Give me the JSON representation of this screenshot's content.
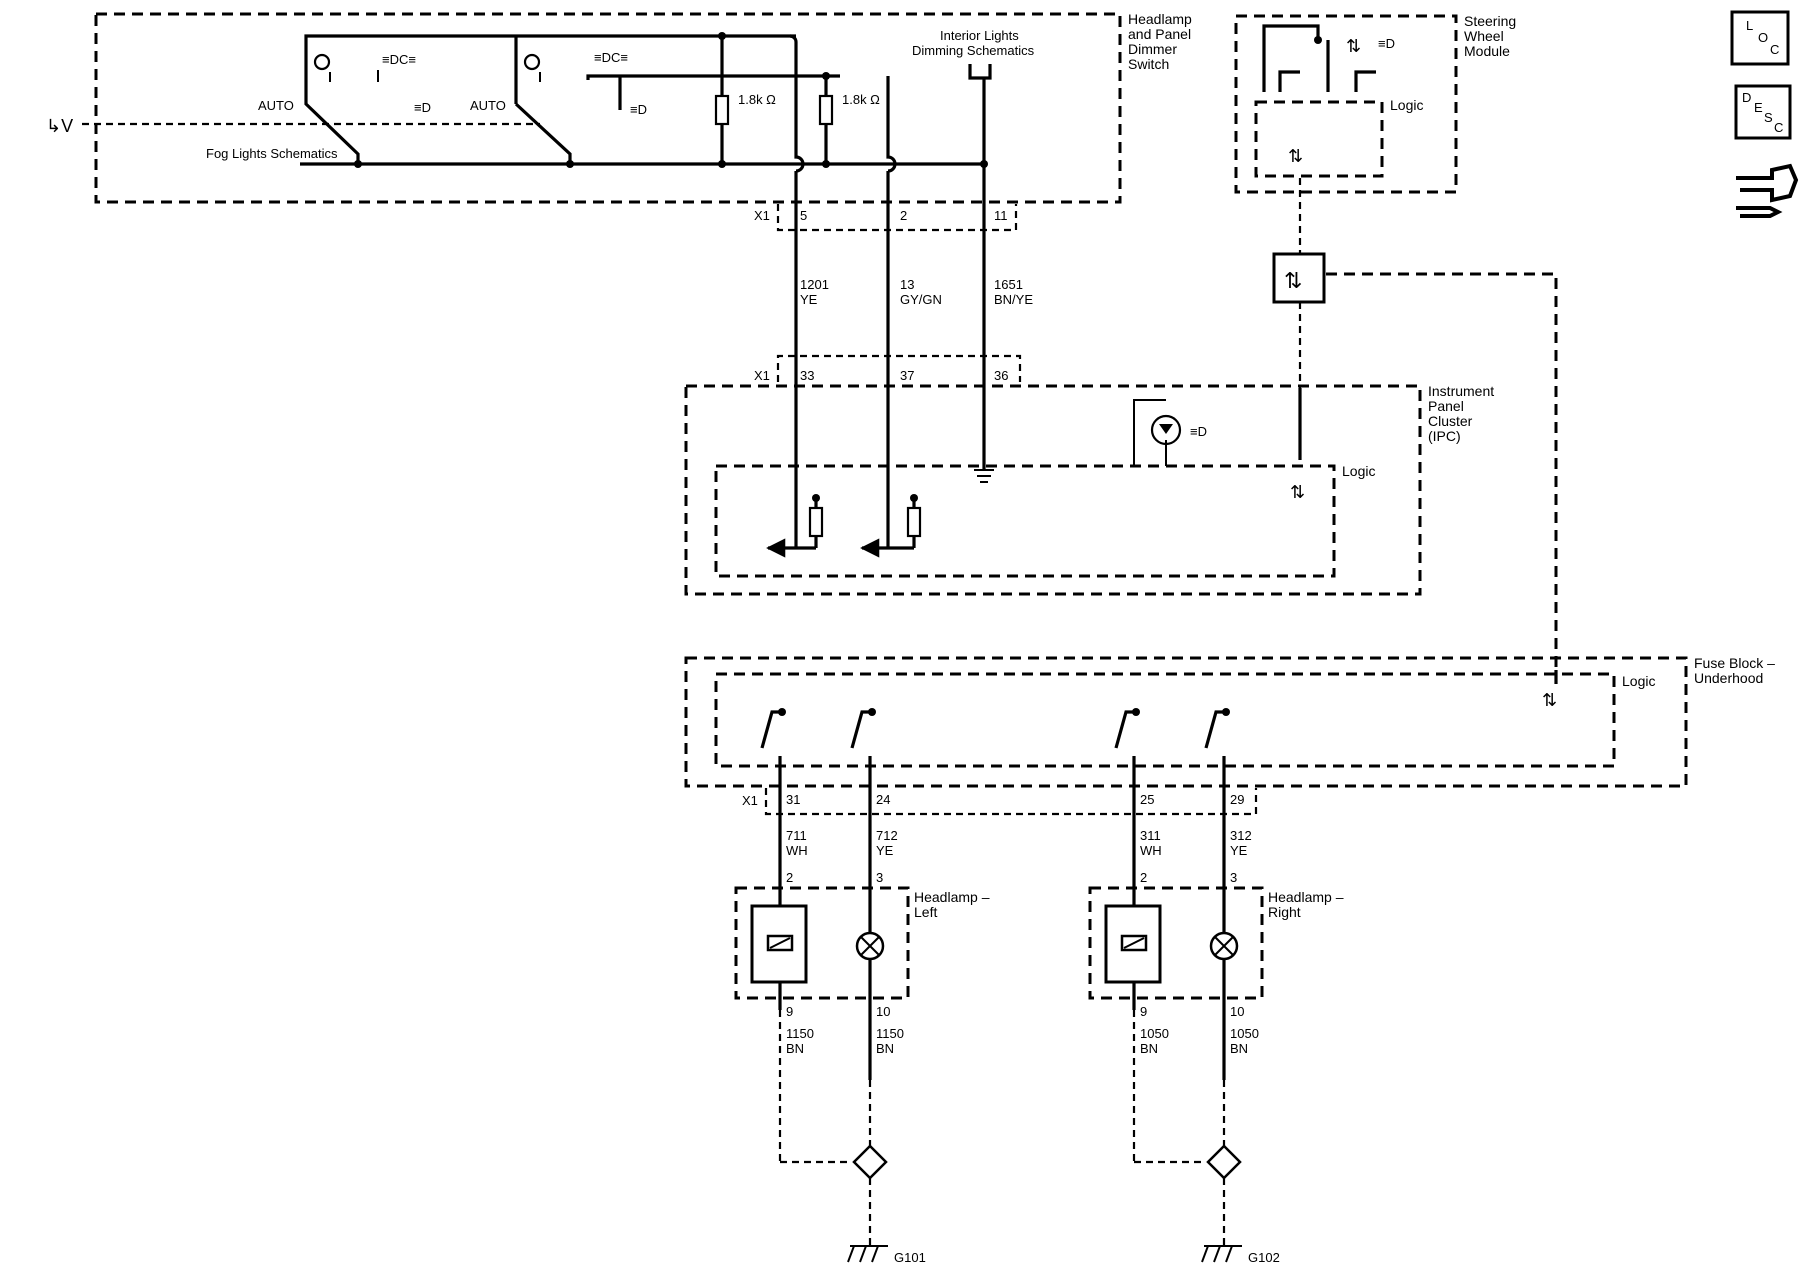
{
  "components": {
    "headlamp_switch": "Headlamp and Panel Dimmer Switch",
    "steering_wheel_module": "Steering Wheel Module",
    "ipc": "Instrument Panel Cluster (IPC)",
    "fuse_block": "Fuse Block – Underhood",
    "headlamp_left": "Headlamp – Left",
    "headlamp_right": "Headlamp – Right"
  },
  "references": {
    "interior_lights": "Interior Lights Dimming Schematics",
    "fog_lights": "Fog Lights Schematics"
  },
  "labels": {
    "auto": "AUTO",
    "logic": "Logic",
    "resistor_value": "1.8k Ω",
    "connector_x1": "X1"
  },
  "connectors": {
    "switch_pins": [
      "5",
      "2",
      "11"
    ],
    "ipc_pins": [
      "33",
      "37",
      "36"
    ],
    "fuse_pins": [
      "31",
      "24",
      "25",
      "29"
    ],
    "left_top_pins": [
      "2",
      "3"
    ],
    "left_bottom_pins": [
      "9",
      "10"
    ],
    "right_top_pins": [
      "2",
      "3"
    ],
    "right_bottom_pins": [
      "9",
      "10"
    ]
  },
  "wires": {
    "w1201": [
      "1201",
      "YE"
    ],
    "w13": [
      "13",
      "GY/GN"
    ],
    "w1651": [
      "1651",
      "BN/YE"
    ],
    "w711": [
      "711",
      "WH"
    ],
    "w712": [
      "712",
      "YE"
    ],
    "w311": [
      "311",
      "WH"
    ],
    "w312": [
      "312",
      "YE"
    ],
    "w1150a": [
      "1150",
      "BN"
    ],
    "w1150b": [
      "1150",
      "BN"
    ],
    "w1050a": [
      "1050",
      "BN"
    ],
    "w1050b": [
      "1050",
      "BN"
    ]
  },
  "grounds": {
    "g101": "G101",
    "g102": "G102"
  },
  "side_icons": {
    "loc": "LOC",
    "loc_letters": [
      "L",
      "O",
      "C"
    ],
    "desc": "DESC",
    "desc_letters": [
      "D",
      "E",
      "S",
      "C"
    ],
    "connector_icon": "connector-icon"
  }
}
